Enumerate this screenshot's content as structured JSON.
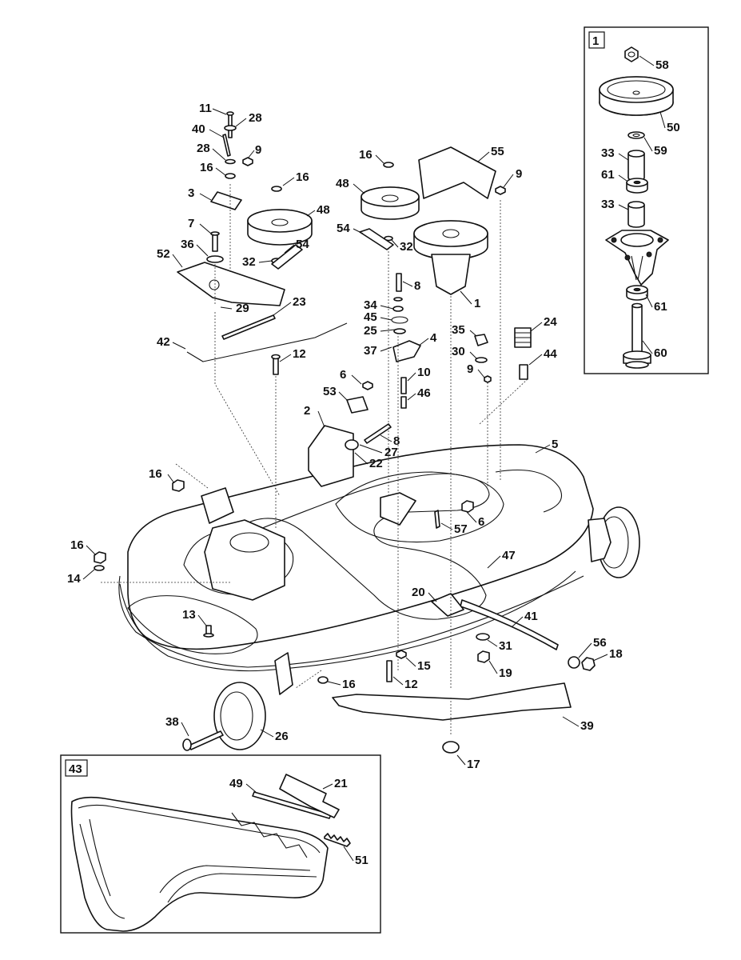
{
  "insets": {
    "spindle": {
      "tag": "1"
    },
    "chute": {
      "tag": "43"
    }
  },
  "callouts": [
    {
      "key": "c11",
      "text": "11"
    },
    {
      "key": "c28a",
      "text": "28"
    },
    {
      "key": "c40",
      "text": "40"
    },
    {
      "key": "c28b",
      "text": "28"
    },
    {
      "key": "c9a",
      "text": "9"
    },
    {
      "key": "c16a",
      "text": "16"
    },
    {
      "key": "c3",
      "text": "3"
    },
    {
      "key": "c16b",
      "text": "16"
    },
    {
      "key": "c48a",
      "text": "48"
    },
    {
      "key": "c7",
      "text": "7"
    },
    {
      "key": "c36",
      "text": "36"
    },
    {
      "key": "c32a",
      "text": "32"
    },
    {
      "key": "c54a",
      "text": "54"
    },
    {
      "key": "c52",
      "text": "52"
    },
    {
      "key": "c29",
      "text": "29"
    },
    {
      "key": "c23",
      "text": "23"
    },
    {
      "key": "c42",
      "text": "42"
    },
    {
      "key": "c12a",
      "text": "12"
    },
    {
      "key": "c16c",
      "text": "16"
    },
    {
      "key": "c48b",
      "text": "48"
    },
    {
      "key": "c55",
      "text": "55"
    },
    {
      "key": "c9b",
      "text": "9"
    },
    {
      "key": "c54b",
      "text": "54"
    },
    {
      "key": "c32b",
      "text": "32"
    },
    {
      "key": "c8a",
      "text": "8"
    },
    {
      "key": "c1",
      "text": "1"
    },
    {
      "key": "c34",
      "text": "34"
    },
    {
      "key": "c45",
      "text": "45"
    },
    {
      "key": "c25",
      "text": "25"
    },
    {
      "key": "c37",
      "text": "37"
    },
    {
      "key": "c4",
      "text": "4"
    },
    {
      "key": "c35",
      "text": "35"
    },
    {
      "key": "c24",
      "text": "24"
    },
    {
      "key": "c30",
      "text": "30"
    },
    {
      "key": "c9c",
      "text": "9"
    },
    {
      "key": "c44",
      "text": "44"
    },
    {
      "key": "c10",
      "text": "10"
    },
    {
      "key": "c6a",
      "text": "6"
    },
    {
      "key": "c53",
      "text": "53"
    },
    {
      "key": "c46",
      "text": "46"
    },
    {
      "key": "c2",
      "text": "2"
    },
    {
      "key": "c8b",
      "text": "8"
    },
    {
      "key": "c27",
      "text": "27"
    },
    {
      "key": "c22",
      "text": "22"
    },
    {
      "key": "c5",
      "text": "5"
    },
    {
      "key": "c16d",
      "text": "16"
    },
    {
      "key": "c6b",
      "text": "6"
    },
    {
      "key": "c57",
      "text": "57"
    },
    {
      "key": "c16e",
      "text": "16"
    },
    {
      "key": "c14",
      "text": "14"
    },
    {
      "key": "c47",
      "text": "47"
    },
    {
      "key": "c20",
      "text": "20"
    },
    {
      "key": "c41",
      "text": "41"
    },
    {
      "key": "c13",
      "text": "13"
    },
    {
      "key": "c56",
      "text": "56"
    },
    {
      "key": "c18",
      "text": "18"
    },
    {
      "key": "c31",
      "text": "31"
    },
    {
      "key": "c15",
      "text": "15"
    },
    {
      "key": "c19",
      "text": "19"
    },
    {
      "key": "c12b",
      "text": "12"
    },
    {
      "key": "c16f",
      "text": "16"
    },
    {
      "key": "c38",
      "text": "38"
    },
    {
      "key": "c26",
      "text": "26"
    },
    {
      "key": "c39",
      "text": "39"
    },
    {
      "key": "c17",
      "text": "17"
    },
    {
      "key": "c58",
      "text": "58"
    },
    {
      "key": "c50",
      "text": "50"
    },
    {
      "key": "c59",
      "text": "59"
    },
    {
      "key": "c33a",
      "text": "33"
    },
    {
      "key": "c61a",
      "text": "61"
    },
    {
      "key": "c33b",
      "text": "33"
    },
    {
      "key": "c61b",
      "text": "61"
    },
    {
      "key": "c60",
      "text": "60"
    },
    {
      "key": "c49",
      "text": "49"
    },
    {
      "key": "c21",
      "text": "21"
    },
    {
      "key": "c51",
      "text": "51"
    }
  ]
}
